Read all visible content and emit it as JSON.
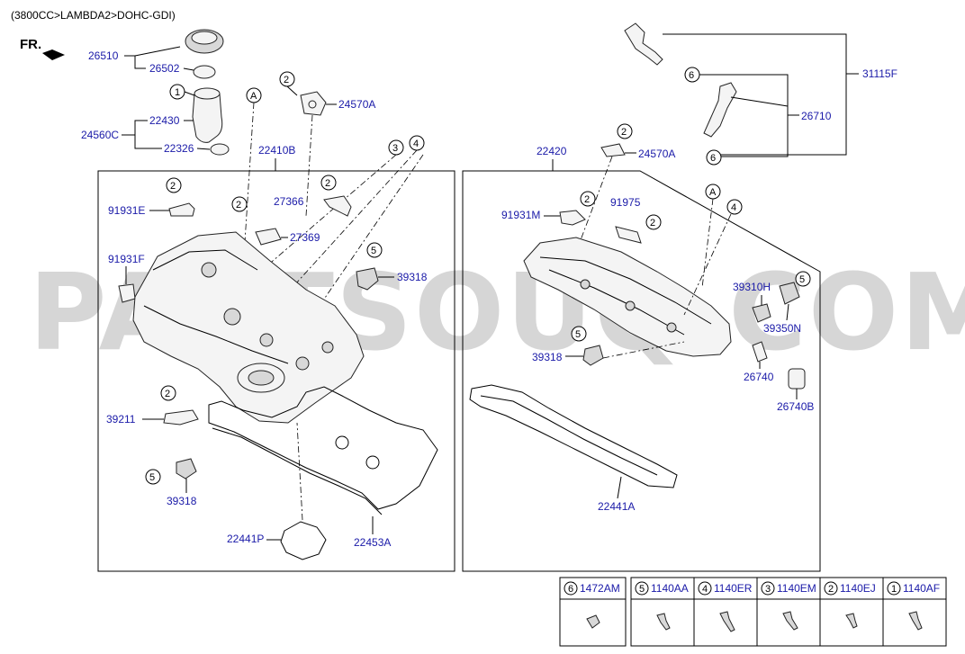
{
  "header": {
    "breadcrumb": "(3800CC>LAMBDA2>DOHC-GDI)",
    "direction": "FR."
  },
  "watermark": "PARTSOUQ.COM",
  "left_box": {
    "assembly_label": "22410B"
  },
  "right_box": {
    "assembly_label": "22420"
  },
  "parts": {
    "p26510": "26510",
    "p26502": "26502",
    "p22430": "22430",
    "p24560C": "24560C",
    "p22326": "22326",
    "p24570A_l": "24570A",
    "p91931E": "91931E",
    "p27366": "27366",
    "p27369": "27369",
    "p91931F": "91931F",
    "p39318_a": "39318",
    "p39211": "39211",
    "p39318_b": "39318",
    "p22441P": "22441P",
    "p22453A": "22453A",
    "p24570A_r": "24570A",
    "p91931M": "91931M",
    "p91975": "91975",
    "p39310H": "39310H",
    "p39350N": "39350N",
    "p39318_c": "39318",
    "p26740": "26740",
    "p26740B": "26740B",
    "p22441A": "22441A",
    "p31115F": "31115F",
    "p26710": "26710"
  },
  "callouts": {
    "c1": "1",
    "cA1": "A",
    "c2a": "2",
    "c3": "3",
    "c4a": "4",
    "c2b": "2",
    "c2c": "2",
    "c2d": "2",
    "c5a": "5",
    "c2e": "2",
    "c5b": "5",
    "c2f": "2",
    "c2g": "2",
    "c2h": "2",
    "c4b": "4",
    "c5c": "5",
    "c5d": "5",
    "c6a": "6",
    "c6b": "6",
    "cA2": "A"
  },
  "legend": [
    {
      "num": "6",
      "code": "1472AM"
    },
    {
      "num": "5",
      "code": "1140AA"
    },
    {
      "num": "4",
      "code": "1140ER"
    },
    {
      "num": "3",
      "code": "1140EM"
    },
    {
      "num": "2",
      "code": "1140EJ"
    },
    {
      "num": "1",
      "code": "1140AF"
    }
  ]
}
